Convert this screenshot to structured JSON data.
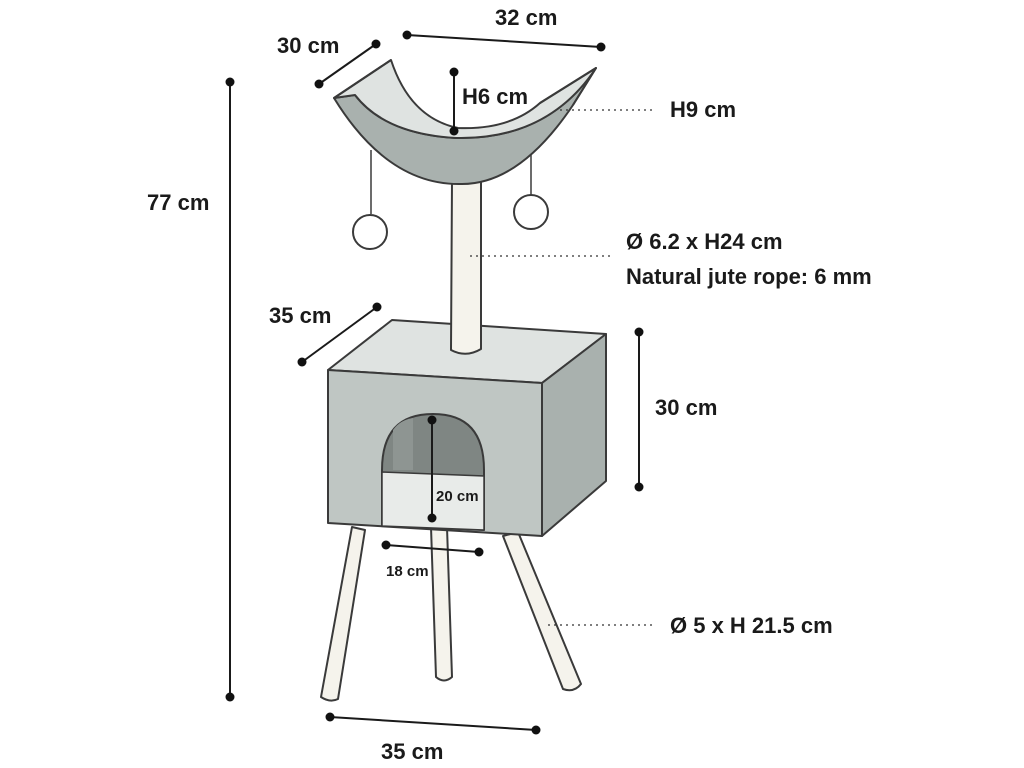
{
  "labels": {
    "height_total": "77 cm",
    "bowl_depth": "30 cm",
    "bowl_width": "32 cm",
    "bowl_inner_height": "H6 cm",
    "bowl_height": "H9 cm",
    "post_size": "Ø 6.2 x H24 cm",
    "post_material": "Natural jute rope: 6 mm",
    "box_depth": "35 cm",
    "box_height": "30 cm",
    "door_height": "20 cm",
    "door_width": "18 cm",
    "leg_size": "Ø 5 x H 21.5 cm",
    "base_width": "35 cm"
  },
  "colors": {
    "panel_light": "#dfe3e1",
    "panel_mid": "#bfc6c3",
    "panel_dark": "#a9b1ae",
    "door_interior": "#7f8683",
    "door_floor": "#e8ebe9",
    "wood": "#f5f3ec",
    "line": "#3a3a3a",
    "ink": "#1a1a1a"
  }
}
